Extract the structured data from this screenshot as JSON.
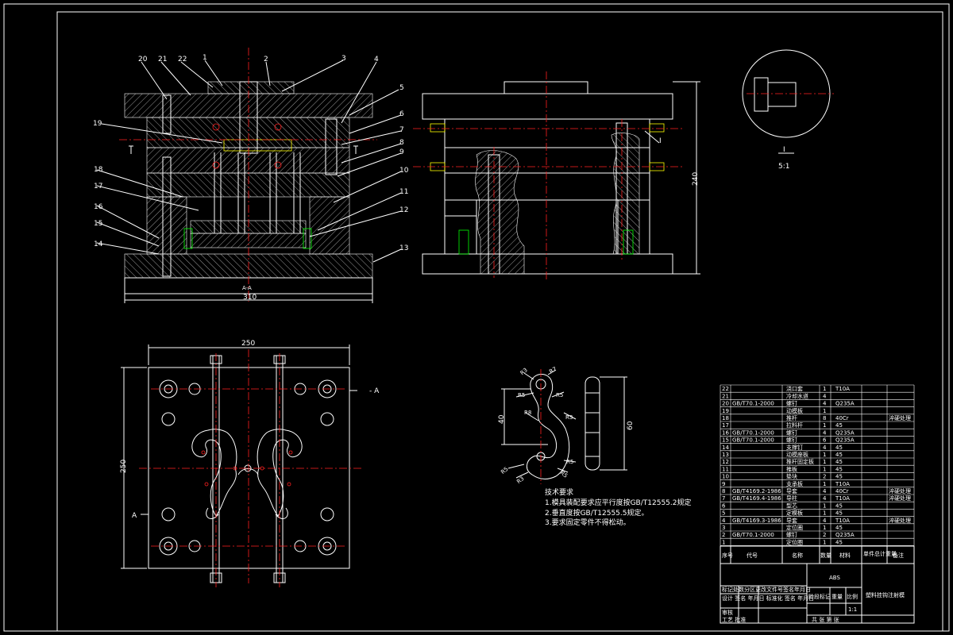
{
  "part_numbers_section": [
    "20",
    "21",
    "22",
    "1",
    "2",
    "3",
    "4",
    "5",
    "6",
    "7",
    "8",
    "9",
    "10",
    "11",
    "12",
    "13",
    "14",
    "15",
    "16",
    "17",
    "18",
    "19"
  ],
  "dimensions": {
    "width_310": "310",
    "height_240": "240",
    "width_250": "250",
    "height_250": "250",
    "part_40": "40",
    "part_60": "60"
  },
  "section_marks": {
    "aa": "A-A",
    "a_left": "A",
    "a_right": "- A",
    "i_mark": "I"
  },
  "detail": {
    "label": "I",
    "scale": "5:1"
  },
  "part_sketch_dims": [
    "R3",
    "R7",
    "R5",
    "R5",
    "R3",
    "R8",
    "R5",
    "R3",
    "R5",
    "R5"
  ],
  "tech_requirements": {
    "title": "技术要求",
    "lines": [
      "1.模具装配要求应平行度按GB/T12555.2规定",
      "2.垂直度按GB/T12555.5规定。",
      "3.要求固定零件不得松动。"
    ]
  },
  "bom": [
    {
      "no": "22",
      "code": "",
      "name": "浇口套",
      "qty": "1",
      "mat": "T10A",
      "note": ""
    },
    {
      "no": "21",
      "code": "",
      "name": "冷却水道",
      "qty": "4",
      "mat": "",
      "note": ""
    },
    {
      "no": "20",
      "code": "GB/T70.1-2000",
      "name": "螺钉",
      "qty": "4",
      "mat": "Q235A",
      "note": ""
    },
    {
      "no": "19",
      "code": "",
      "name": "动模板",
      "qty": "1",
      "mat": "",
      "note": ""
    },
    {
      "no": "18",
      "code": "",
      "name": "推杆",
      "qty": "8",
      "mat": "40Cr",
      "note": "淬硬处理"
    },
    {
      "no": "17",
      "code": "",
      "name": "拉料杆",
      "qty": "1",
      "mat": "45",
      "note": ""
    },
    {
      "no": "16",
      "code": "GB/T70.1-2000",
      "name": "螺钉",
      "qty": "4",
      "mat": "Q235A",
      "note": ""
    },
    {
      "no": "15",
      "code": "GB/T70.1-2000",
      "name": "螺钉",
      "qty": "6",
      "mat": "Q235A",
      "note": ""
    },
    {
      "no": "14",
      "code": "",
      "name": "支撑钉",
      "qty": "4",
      "mat": "45",
      "note": ""
    },
    {
      "no": "13",
      "code": "",
      "name": "动模座板",
      "qty": "1",
      "mat": "45",
      "note": ""
    },
    {
      "no": "12",
      "code": "",
      "name": "推杆固定板",
      "qty": "1",
      "mat": "45",
      "note": ""
    },
    {
      "no": "11",
      "code": "",
      "name": "推板",
      "qty": "1",
      "mat": "45",
      "note": ""
    },
    {
      "no": "10",
      "code": "",
      "name": "垫块",
      "qty": "2",
      "mat": "45",
      "note": ""
    },
    {
      "no": "9",
      "code": "",
      "name": "支承板",
      "qty": "1",
      "mat": "T10A",
      "note": ""
    },
    {
      "no": "8",
      "code": "GB/T4169.2-1986",
      "name": "导套",
      "qty": "4",
      "mat": "40Cr",
      "note": "淬硬处理"
    },
    {
      "no": "7",
      "code": "GB/T4169.4-1986",
      "name": "导柱",
      "qty": "4",
      "mat": "T10A",
      "note": "淬硬处理"
    },
    {
      "no": "6",
      "code": "",
      "name": "型芯",
      "qty": "1",
      "mat": "45",
      "note": ""
    },
    {
      "no": "5",
      "code": "",
      "name": "定模板",
      "qty": "1",
      "mat": "45",
      "note": ""
    },
    {
      "no": "4",
      "code": "GB/T4169.3-1986",
      "name": "导套",
      "qty": "4",
      "mat": "T10A",
      "note": "淬硬处理"
    },
    {
      "no": "3",
      "code": "",
      "name": "定位圈",
      "qty": "1",
      "mat": "45",
      "note": ""
    },
    {
      "no": "2",
      "code": "GB/T70.1-2000",
      "name": "螺钉",
      "qty": "2",
      "mat": "Q235A",
      "note": ""
    },
    {
      "no": "1",
      "code": "",
      "name": "定位圈",
      "qty": "1",
      "mat": "45",
      "note": ""
    }
  ],
  "bom_header": {
    "no": "序号",
    "code": "代号",
    "name": "名称",
    "qty": "数量",
    "mat": "材料",
    "weight": "单件总计重量",
    "note": "备注"
  },
  "title_block": {
    "material": "ABS",
    "title": "塑料挂钩注射模",
    "scale": "1:1",
    "sheets": "共 张 第 张",
    "row1": "标记处数分区更改文件号签名年月日",
    "row2": "设计 签名 年月日 标准化 签名 年月日",
    "row3": "审核",
    "row4": "工艺 批准",
    "stage": "阶段标记",
    "weight": "重量",
    "ratio": "比例"
  },
  "colors": {
    "background": "#000000",
    "line": "#ffffff",
    "center": "#ff2020",
    "accent": "#ffff00",
    "green": "#00ff00",
    "cyan": "#00e5ff"
  }
}
